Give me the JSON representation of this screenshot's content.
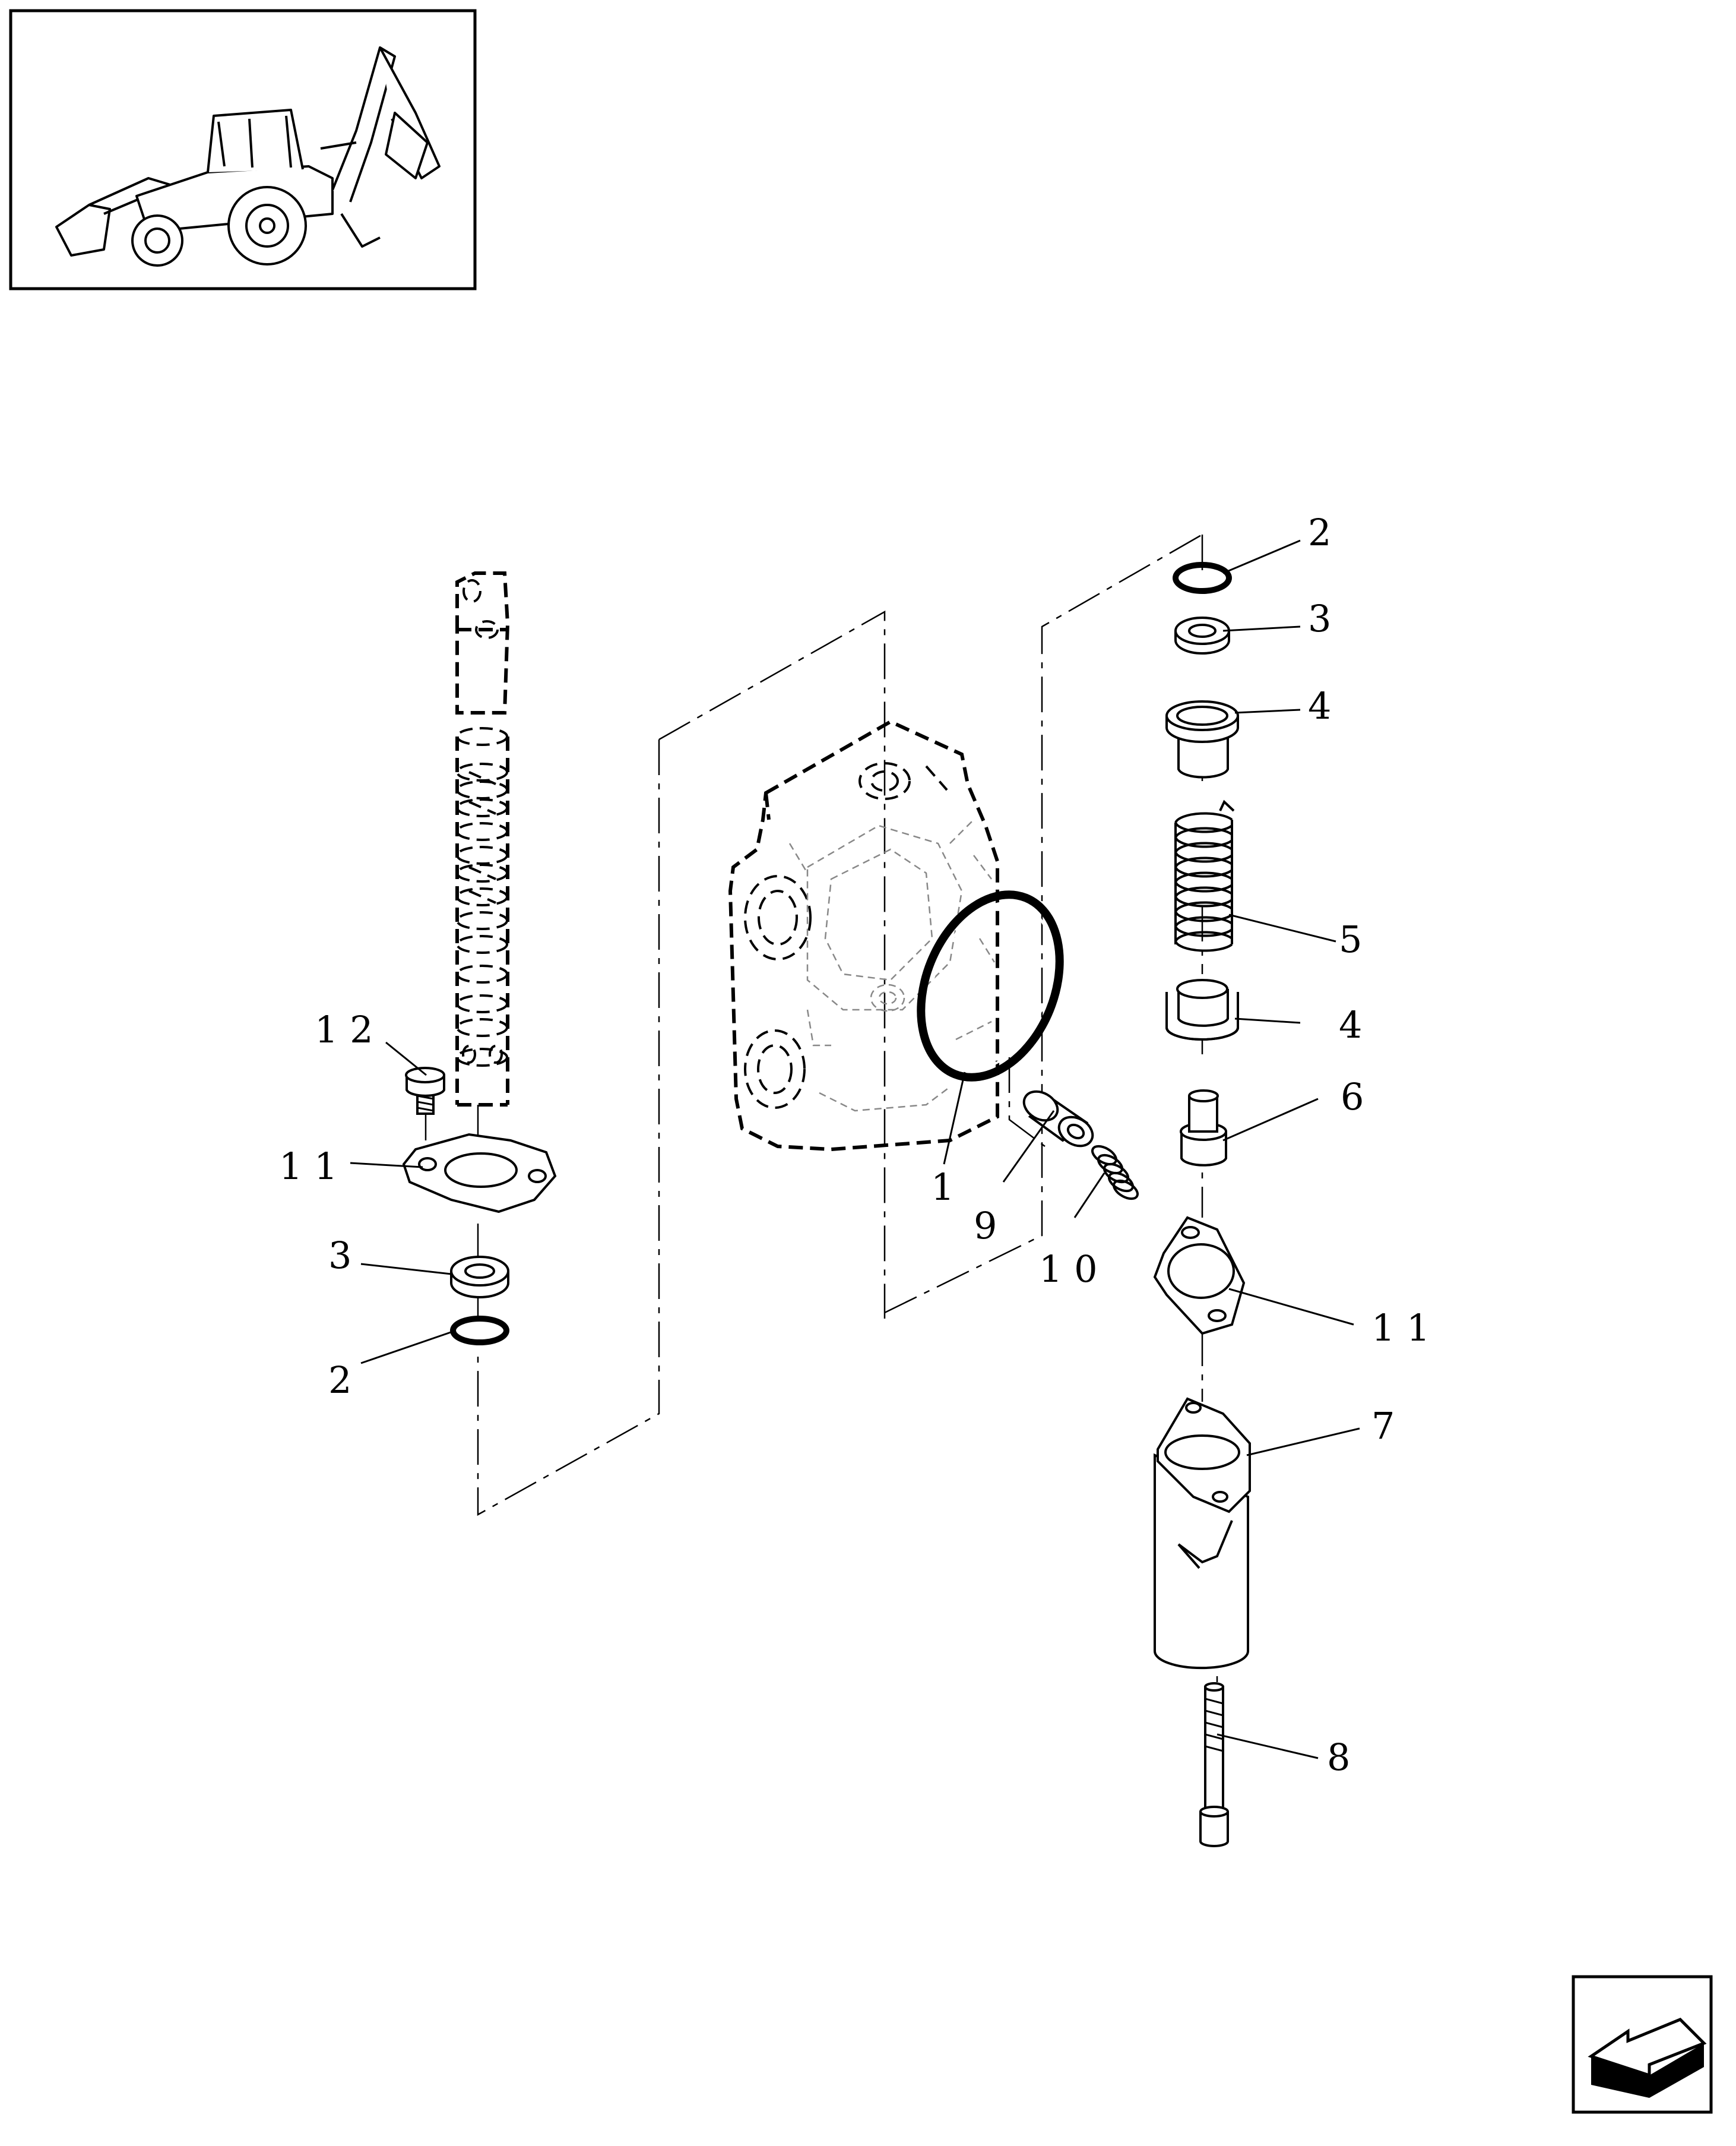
{
  "icons": {
    "thumbnail": "backhoe-loader-icon",
    "nav": "next-page-arrow-icon"
  },
  "callouts": [
    {
      "id": "c-2-top",
      "label": "2"
    },
    {
      "id": "c-3-top",
      "label": "3"
    },
    {
      "id": "c-4-top",
      "label": "4"
    },
    {
      "id": "c-5",
      "label": "5"
    },
    {
      "id": "c-4-mid",
      "label": "4"
    },
    {
      "id": "c-6",
      "label": "6"
    },
    {
      "id": "c-11-right",
      "label": "1 1"
    },
    {
      "id": "c-7",
      "label": "7"
    },
    {
      "id": "c-8",
      "label": "8"
    },
    {
      "id": "c-1",
      "label": "1"
    },
    {
      "id": "c-9",
      "label": "9"
    },
    {
      "id": "c-10",
      "label": "1 0"
    },
    {
      "id": "c-12",
      "label": "1 2"
    },
    {
      "id": "c-11-left",
      "label": "1 1"
    },
    {
      "id": "c-3-left",
      "label": "3"
    },
    {
      "id": "c-2-left",
      "label": "2"
    }
  ]
}
